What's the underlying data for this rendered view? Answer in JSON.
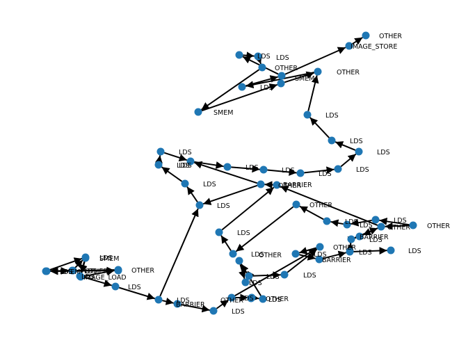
{
  "graph": {
    "node_color": "#1f77b4",
    "edge_color": "#000000",
    "nodes": [
      {
        "id": "n1",
        "label": "OTHER"
      },
      {
        "id": "n2",
        "label": "IMAGE_STORE"
      },
      {
        "id": "n3",
        "label": "LDS"
      },
      {
        "id": "n4",
        "label": "LDS"
      },
      {
        "id": "n5",
        "label": ""
      },
      {
        "id": "n6",
        "label": "OTHER"
      },
      {
        "id": "n7",
        "label": "OTHER"
      },
      {
        "id": "n8",
        "label": "LDS"
      },
      {
        "id": "n9",
        "label": "SMEM"
      },
      {
        "id": "n10",
        "label": "SMEM"
      },
      {
        "id": "n11",
        "label": "LDS"
      },
      {
        "id": "n12",
        "label": "LDS"
      },
      {
        "id": "n13",
        "label": "LDS"
      },
      {
        "id": "n14",
        "label": "LDS"
      },
      {
        "id": "n15",
        "label": "LDS"
      },
      {
        "id": "n16",
        "label": "LDS"
      },
      {
        "id": "n17",
        "label": "LDS"
      },
      {
        "id": "n18",
        "label": "LDS"
      },
      {
        "id": "n19",
        "label": "LDS"
      },
      {
        "id": "n20",
        "label": "LDS"
      },
      {
        "id": "n21",
        "label": "LDS"
      },
      {
        "id": "n22",
        "label": "LDS"
      },
      {
        "id": "n23",
        "label": "BARRIER"
      },
      {
        "id": "n24",
        "label": "OTHER"
      },
      {
        "id": "n25",
        "label": "LDS"
      },
      {
        "id": "n26",
        "label": "LDS"
      },
      {
        "id": "n27",
        "label": "OTHER"
      },
      {
        "id": "n28",
        "label": "LDS"
      },
      {
        "id": "n29",
        "label": "LDS"
      },
      {
        "id": "n30",
        "label": "LDS"
      },
      {
        "id": "n31",
        "label": "OTHER"
      },
      {
        "id": "n32",
        "label": "OTHER"
      },
      {
        "id": "n33",
        "label": "BARRIER"
      },
      {
        "id": "n34",
        "label": "LDS"
      },
      {
        "id": "n35",
        "label": "LDS"
      },
      {
        "id": "n36",
        "label": "LDS"
      },
      {
        "id": "n37",
        "label": "BARRIER"
      },
      {
        "id": "n38",
        "label": "LDS"
      },
      {
        "id": "n39",
        "label": "OTHER"
      },
      {
        "id": "n40",
        "label": "LDS"
      },
      {
        "id": "n41",
        "label": "LDS"
      },
      {
        "id": "n42",
        "label": "LDS"
      },
      {
        "id": "n43",
        "label": "OTHER"
      },
      {
        "id": "n44",
        "label": "LDS"
      },
      {
        "id": "n45",
        "label": "LDS"
      },
      {
        "id": "n46",
        "label": "OTHER"
      },
      {
        "id": "n47",
        "label": "LDS"
      },
      {
        "id": "n48",
        "label": "BARRIER"
      },
      {
        "id": "n49",
        "label": "LDS"
      },
      {
        "id": "n50",
        "label": "LDS"
      },
      {
        "id": "n51",
        "label": "LDS"
      },
      {
        "id": "n52",
        "label": "LDS"
      },
      {
        "id": "n53",
        "label": "LDS"
      },
      {
        "id": "n54",
        "label": "LDS"
      },
      {
        "id": "n55",
        "label": "OTHER"
      },
      {
        "id": "n56",
        "label": "IMAGE_LOAD"
      },
      {
        "id": "n57",
        "label": "OTHER"
      },
      {
        "id": "n58",
        "label": "SMEM"
      },
      {
        "id": "n59",
        "label": "OTHER"
      },
      {
        "id": "n60",
        "label": "SMEM"
      },
      {
        "id": "n61",
        "label": ""
      }
    ],
    "edges": [
      [
        "n61",
        "n60"
      ],
      [
        "n60",
        "n61"
      ],
      [
        "n59",
        "n60"
      ],
      [
        "n58",
        "n56"
      ],
      [
        "n56",
        "n55"
      ],
      [
        "n55",
        "n54"
      ],
      [
        "n54",
        "n53"
      ],
      [
        "n54",
        "n52"
      ],
      [
        "n53",
        "n52"
      ],
      [
        "n52",
        "n51"
      ],
      [
        "n51",
        "n50"
      ],
      [
        "n50",
        "n49"
      ],
      [
        "n49",
        "n48"
      ],
      [
        "n48",
        "n47"
      ],
      [
        "n47",
        "n46"
      ],
      [
        "n46",
        "n45"
      ],
      [
        "n45",
        "n44"
      ],
      [
        "n44",
        "n43"
      ],
      [
        "n43",
        "n42"
      ],
      [
        "n42",
        "n41"
      ],
      [
        "n41",
        "n40"
      ],
      [
        "n40",
        "n39"
      ],
      [
        "n39",
        "n38"
      ],
      [
        "n38",
        "n37"
      ],
      [
        "n37",
        "n36"
      ],
      [
        "n36",
        "n35"
      ],
      [
        "n36",
        "n34"
      ],
      [
        "n35",
        "n33"
      ],
      [
        "n32",
        "n31"
      ],
      [
        "n32",
        "n30"
      ],
      [
        "n31",
        "n24"
      ],
      [
        "n30",
        "n29"
      ],
      [
        "n29",
        "n28"
      ],
      [
        "n28",
        "n27"
      ],
      [
        "n27",
        "n26"
      ],
      [
        "n26",
        "n25"
      ],
      [
        "n25",
        "n24"
      ],
      [
        "n24",
        "n23"
      ],
      [
        "n23",
        "n22"
      ],
      [
        "n23",
        "n18"
      ],
      [
        "n22",
        "n21"
      ],
      [
        "n21",
        "n20"
      ],
      [
        "n20",
        "n19"
      ],
      [
        "n19",
        "n18"
      ],
      [
        "n18",
        "n17"
      ],
      [
        "n17",
        "n16"
      ],
      [
        "n16",
        "n15"
      ],
      [
        "n15",
        "n14"
      ],
      [
        "n14",
        "n13"
      ],
      [
        "n13",
        "n12"
      ],
      [
        "n12",
        "n11"
      ],
      [
        "n11",
        "n7"
      ],
      [
        "n5",
        "n10"
      ],
      [
        "n10",
        "n9"
      ],
      [
        "n9",
        "n7"
      ],
      [
        "n7",
        "n8"
      ],
      [
        "n8",
        "n6"
      ],
      [
        "n6",
        "n4"
      ],
      [
        "n4",
        "n3"
      ],
      [
        "n3",
        "n5"
      ],
      [
        "n6",
        "n2"
      ],
      [
        "n2",
        "n1"
      ],
      [
        "n49",
        "n22"
      ],
      [
        "n31",
        "n33"
      ],
      [
        "n35",
        "n31"
      ],
      [
        "n46",
        "n39"
      ]
    ]
  }
}
